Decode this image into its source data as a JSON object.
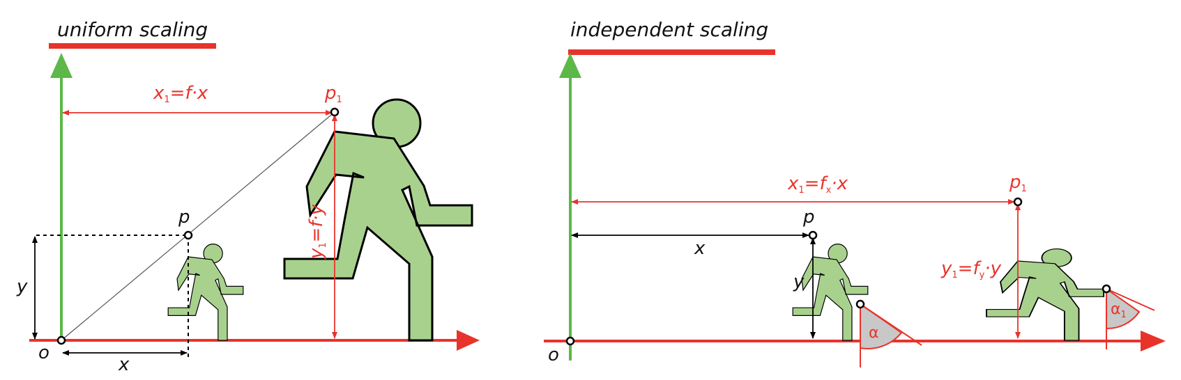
{
  "left_panel": {
    "title": "uniform scaling",
    "origin_label": "o",
    "point_label": "p",
    "point1_label": "p",
    "point1_sub": "1",
    "x_label": "x",
    "y_label": "y",
    "x1_formula": {
      "main": "x",
      "sub": "1",
      "rest": "=f·x"
    },
    "y1_formula": {
      "main": "y",
      "sub": "1",
      "rest": "=f·y"
    }
  },
  "right_panel": {
    "title": "independent scaling",
    "origin_label": "o",
    "point_label": "p",
    "point1_label": "p",
    "point1_sub": "1",
    "x_label": "x",
    "y_label": "y",
    "x1_formula": {
      "main": "x",
      "sub": "1",
      "sub2": "x",
      "eq": "=f",
      "rest": "·x"
    },
    "y1_formula": {
      "main": "y",
      "sub": "1",
      "sub2": "y",
      "eq": "=f",
      "rest": "·y"
    },
    "alpha_label": "α",
    "alpha1_label": "α",
    "alpha1_sub": "1"
  },
  "colors": {
    "axis_x": "#e8332b",
    "axis_y": "#5cb848",
    "figure_fill": "#a9d18e",
    "annotation": "#e8332b",
    "angle_fill": "#c8c8c8"
  }
}
